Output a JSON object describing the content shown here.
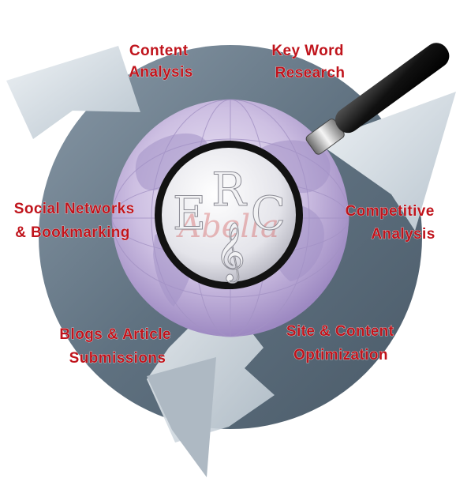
{
  "diagram": {
    "steps": [
      {
        "id": "content-analysis",
        "lines": [
          "Content",
          "Analysis"
        ]
      },
      {
        "id": "keyword-research",
        "lines": [
          "Key Word",
          "Research"
        ]
      },
      {
        "id": "competitive-analysis",
        "lines": [
          "Competitive",
          "Analysis"
        ]
      },
      {
        "id": "site-content-optimization",
        "lines": [
          "Site & Content",
          "Optimization"
        ]
      },
      {
        "id": "blogs-article-submissions",
        "lines": [
          "Blogs & Article",
          "Submissions"
        ]
      },
      {
        "id": "social-networks-bookmarking",
        "lines": [
          "Social Networks",
          "& Bookmarking"
        ]
      }
    ],
    "logo": {
      "letters": [
        "E",
        "R",
        "C"
      ],
      "script": "Abella",
      "glyph": "𝄞"
    },
    "colors": {
      "arrow_dark": "#5f7180",
      "arrow_light": "#d6dee6",
      "globe": "#b9a9d6",
      "label": "#c0141c"
    },
    "icons": {
      "center": "magnifying-glass-icon",
      "background": "globe-icon",
      "cycle": "circular-arrows-icon"
    }
  }
}
